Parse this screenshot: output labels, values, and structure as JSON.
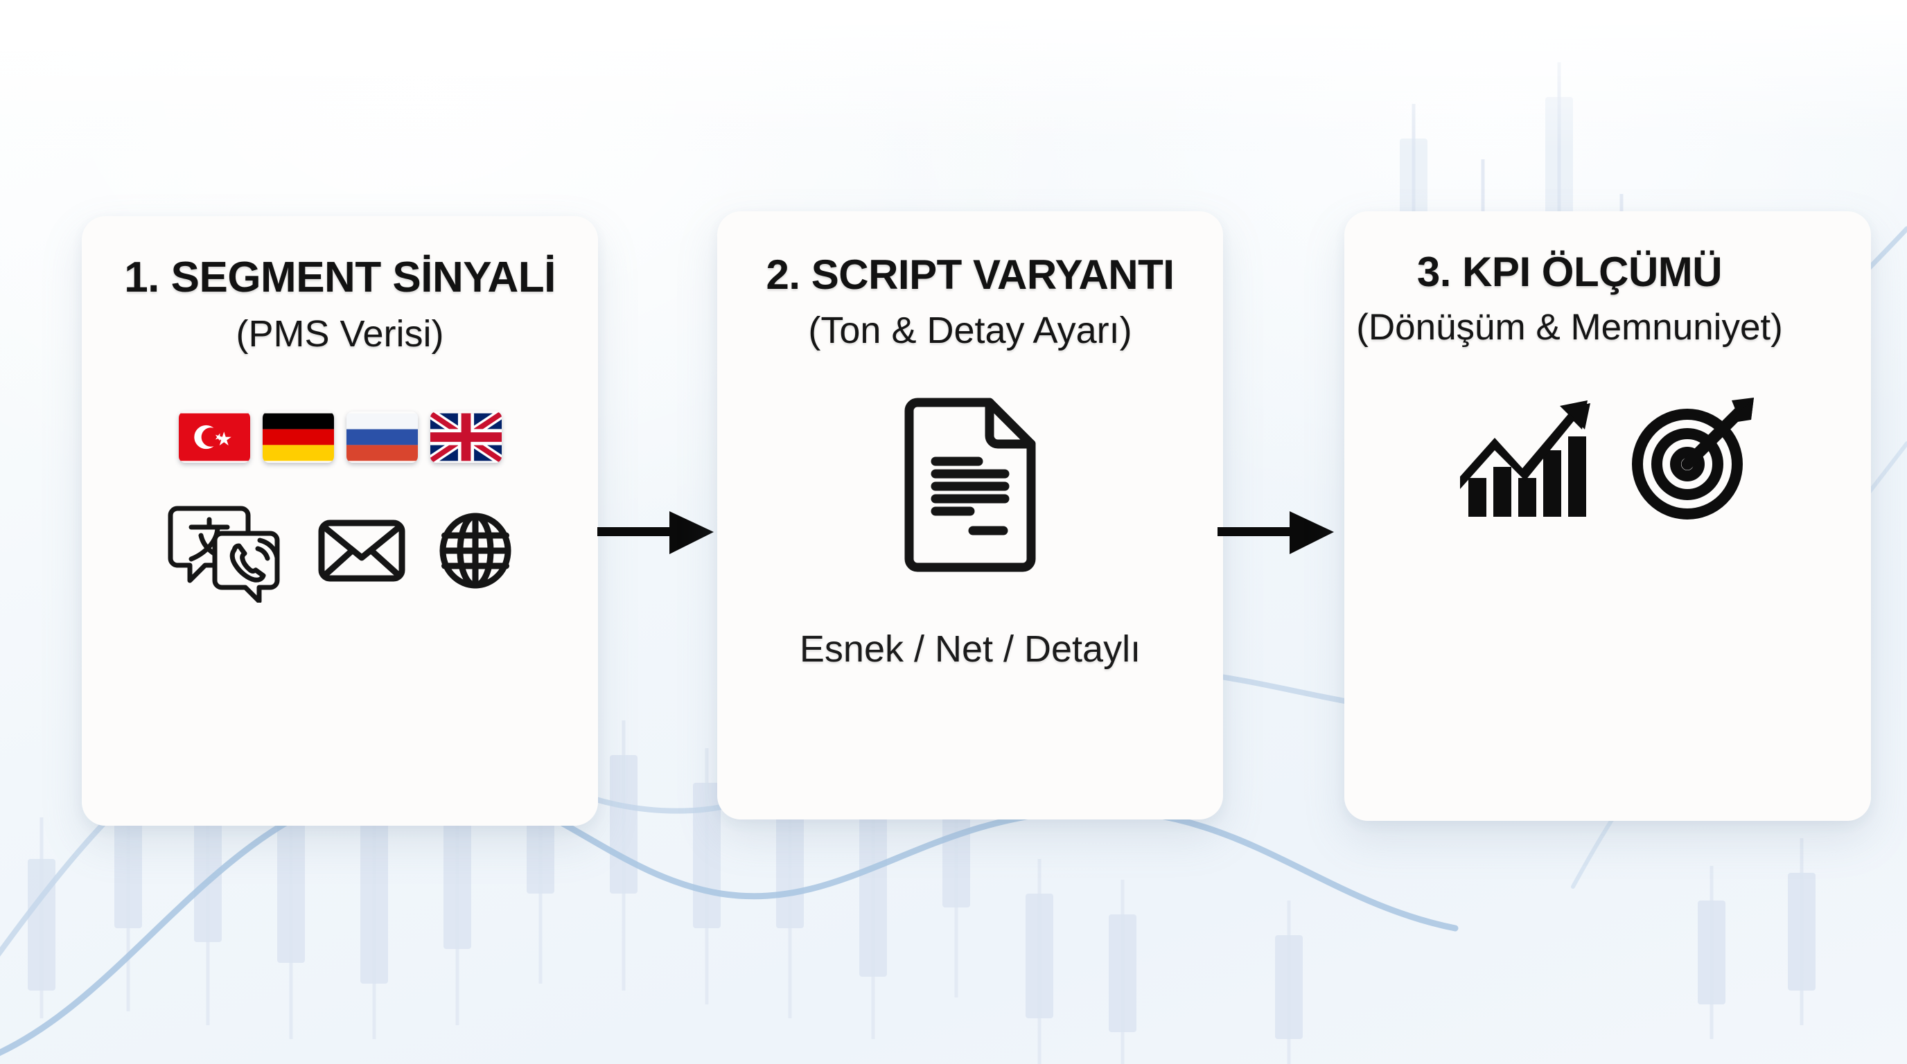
{
  "theme": {
    "background_base": "#f2f7fb",
    "card_background": "#fdfcfb",
    "text_color": "#121212",
    "accent_line": "#a8c4e0",
    "candle_body": "#dde6f2",
    "arrow_color": "#000000"
  },
  "diagram": {
    "type": "three-step-horizontal-flow",
    "steps": [
      {
        "id": "step-1",
        "title": "1. SEGMENT SİNYALİ",
        "subtitle": "(PMS Verisi)",
        "flags": [
          {
            "name": "turkey-flag",
            "label": "Türkiye",
            "colors": [
              "#e30a17",
              "#ffffff"
            ]
          },
          {
            "name": "germany-flag",
            "label": "Almanya",
            "colors": [
              "#000000",
              "#dd0000",
              "#ffce00"
            ]
          },
          {
            "name": "russia-flag",
            "label": "Rusya",
            "colors": [
              "#ffffff",
              "#0039a6",
              "#d52b1e"
            ]
          },
          {
            "name": "uk-flag",
            "label": "Birleşik Krallık",
            "colors": [
              "#012169",
              "#ffffff",
              "#c8102e"
            ]
          }
        ],
        "icons": [
          "translate-chat-icon",
          "envelope-icon",
          "globe-icon"
        ]
      },
      {
        "id": "step-2",
        "title": "2. SCRIPT VARYANTI",
        "subtitle": "(Ton & Detay Ayarı)",
        "icons": [
          "document-icon"
        ],
        "variants_text": "Esnek / Net / Detaylı"
      },
      {
        "id": "step-3",
        "title": "3. KPI ÖLÇÜMÜ",
        "subtitle": "(Dönüşüm & Memnuniyet)",
        "icons": [
          "growth-chart-icon",
          "target-bullseye-icon"
        ]
      }
    ],
    "connectors": [
      {
        "name": "arrow-step1-to-step2",
        "direction": "right"
      },
      {
        "name": "arrow-step2-to-step3",
        "direction": "right"
      }
    ]
  },
  "background": {
    "motif": "faint candlestick chart with smooth blue trend curves",
    "candle_count": 26,
    "curve_count": 3
  }
}
